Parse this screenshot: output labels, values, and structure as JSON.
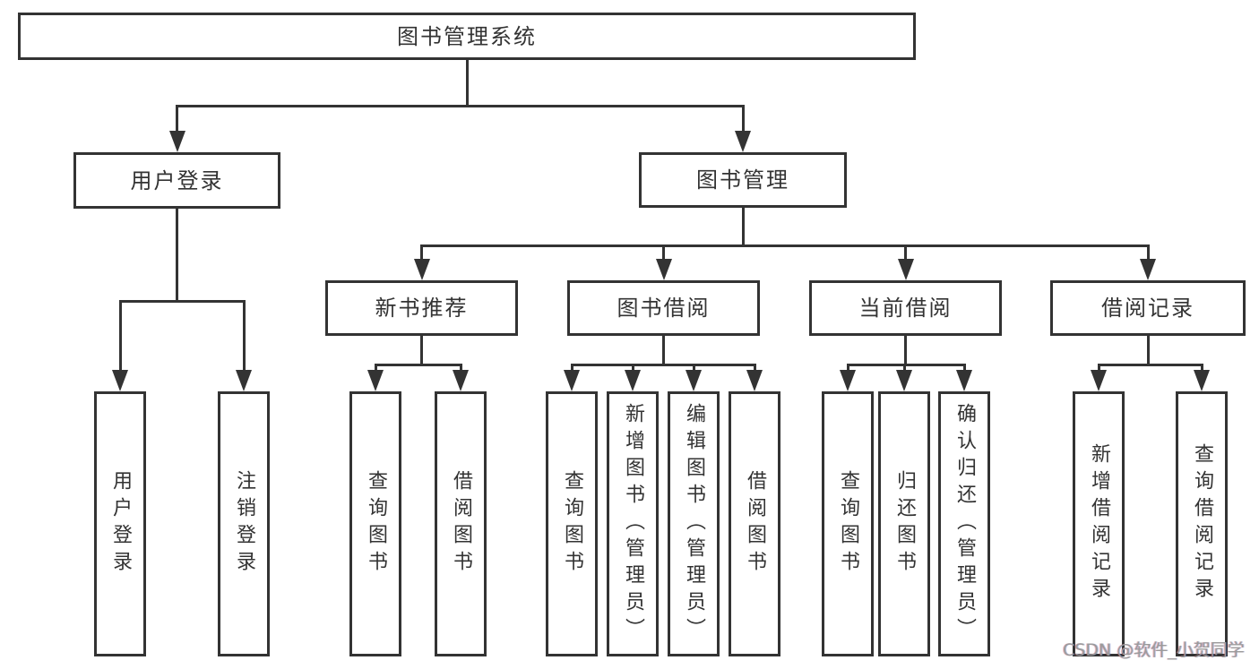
{
  "diagram": {
    "colors": {
      "background": "#ffffff",
      "line": "#333333",
      "text": "#333333",
      "watermark": "#9b9b9b"
    },
    "watermark": {
      "text": "CSDN @软件_小贺同学"
    },
    "tree": {
      "label": "图书管理系统",
      "children": [
        {
          "label": "用户登录",
          "children": [
            {
              "label": "用户登录"
            },
            {
              "label": "注销登录"
            }
          ]
        },
        {
          "label": "图书管理",
          "children": [
            {
              "label": "新书推荐",
              "children": [
                {
                  "label": "查询图书"
                },
                {
                  "label": "借阅图书"
                }
              ]
            },
            {
              "label": "图书借阅",
              "children": [
                {
                  "label": "查询图书"
                },
                {
                  "label": "新增图书（管理员）"
                },
                {
                  "label": "编辑图书（管理员）"
                },
                {
                  "label": "借阅图书"
                }
              ]
            },
            {
              "label": "当前借阅",
              "children": [
                {
                  "label": "查询图书"
                },
                {
                  "label": "归还图书"
                },
                {
                  "label": "确认归还（管理员）"
                }
              ]
            },
            {
              "label": "借阅记录",
              "children": [
                {
                  "label": "新增借阅记录"
                },
                {
                  "label": "查询借阅记录"
                }
              ]
            }
          ]
        }
      ]
    }
  }
}
